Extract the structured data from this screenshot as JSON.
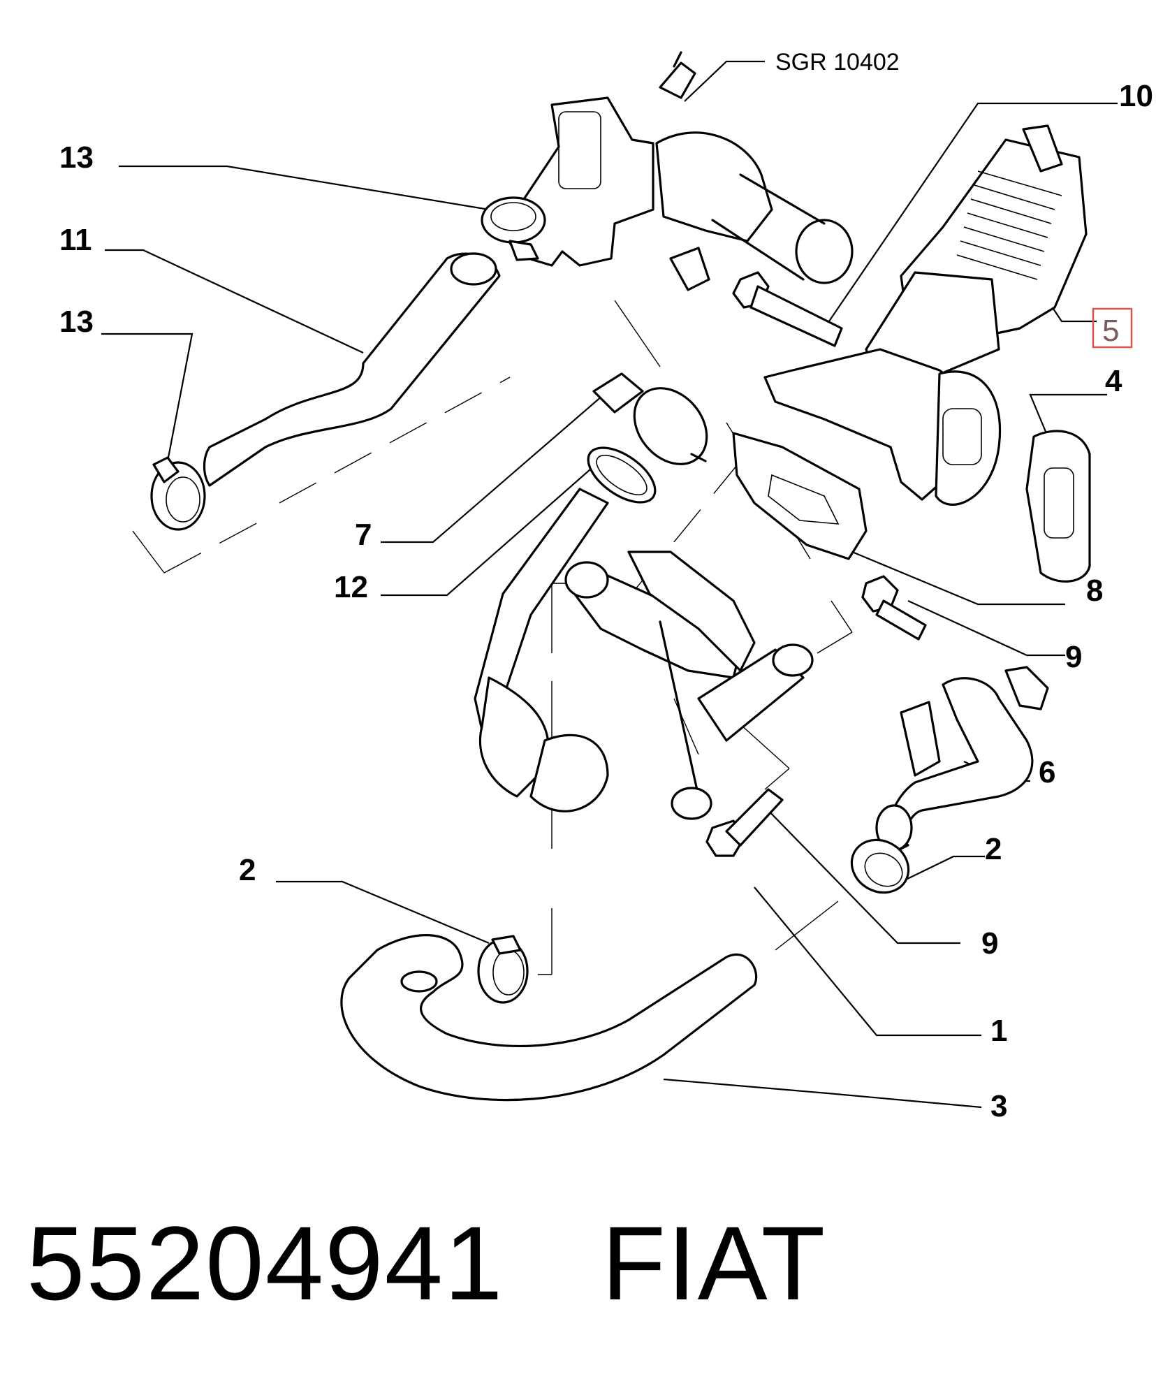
{
  "diagram": {
    "reference_label": "SGR 10402",
    "highlighted_callout": "5",
    "callouts": [
      {
        "id": "c-13a",
        "text": "13"
      },
      {
        "id": "c-11",
        "text": "11"
      },
      {
        "id": "c-13b",
        "text": "13"
      },
      {
        "id": "c-10",
        "text": "10"
      },
      {
        "id": "c-4",
        "text": "4"
      },
      {
        "id": "c-7",
        "text": "7"
      },
      {
        "id": "c-12",
        "text": "12"
      },
      {
        "id": "c-8",
        "text": "8"
      },
      {
        "id": "c-9a",
        "text": "9"
      },
      {
        "id": "c-6",
        "text": "6"
      },
      {
        "id": "c-2a",
        "text": "2"
      },
      {
        "id": "c-2b",
        "text": "2"
      },
      {
        "id": "c-9b",
        "text": "9"
      },
      {
        "id": "c-1",
        "text": "1"
      },
      {
        "id": "c-3",
        "text": "3"
      }
    ]
  },
  "footer": {
    "part_number": "55204941",
    "brand": "FIAT"
  }
}
